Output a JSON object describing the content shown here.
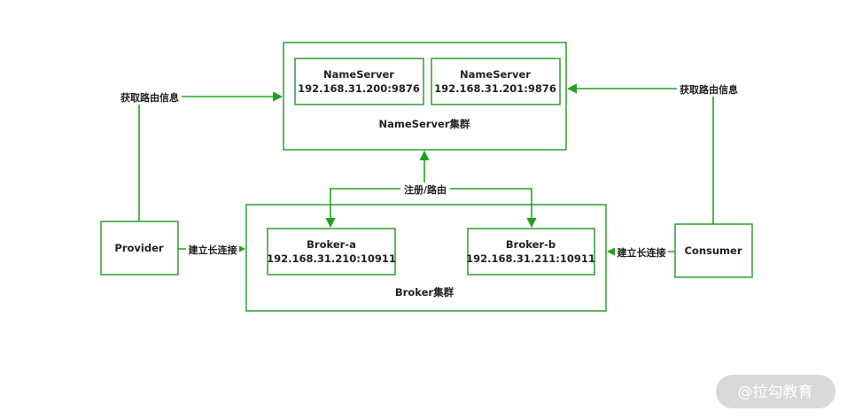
{
  "nameserver_cluster": {
    "label": "NameServer集群",
    "nodes": [
      {
        "name": "NameServer",
        "address": "192.168.31.200:9876"
      },
      {
        "name": "NameServer",
        "address": "192.168.31.201:9876"
      }
    ]
  },
  "broker_cluster": {
    "label": "Broker集群",
    "nodes": [
      {
        "name": "Broker-a",
        "address": "192.168.31.210:10911"
      },
      {
        "name": "Broker-b",
        "address": "192.168.31.211:10911"
      }
    ]
  },
  "provider": {
    "label": "Provider"
  },
  "consumer": {
    "label": "Consumer"
  },
  "edges": {
    "provider_route": "获取路由信息",
    "consumer_route": "获取路由信息",
    "register_route": "注册/路由",
    "provider_connect": "建立长连接",
    "consumer_connect": "建立长连接"
  },
  "watermark": "@拉勾教育",
  "colors": {
    "accent": "#1fa31f",
    "border": "#2f9e2f",
    "watermark_bg": "#d9d9d9"
  }
}
